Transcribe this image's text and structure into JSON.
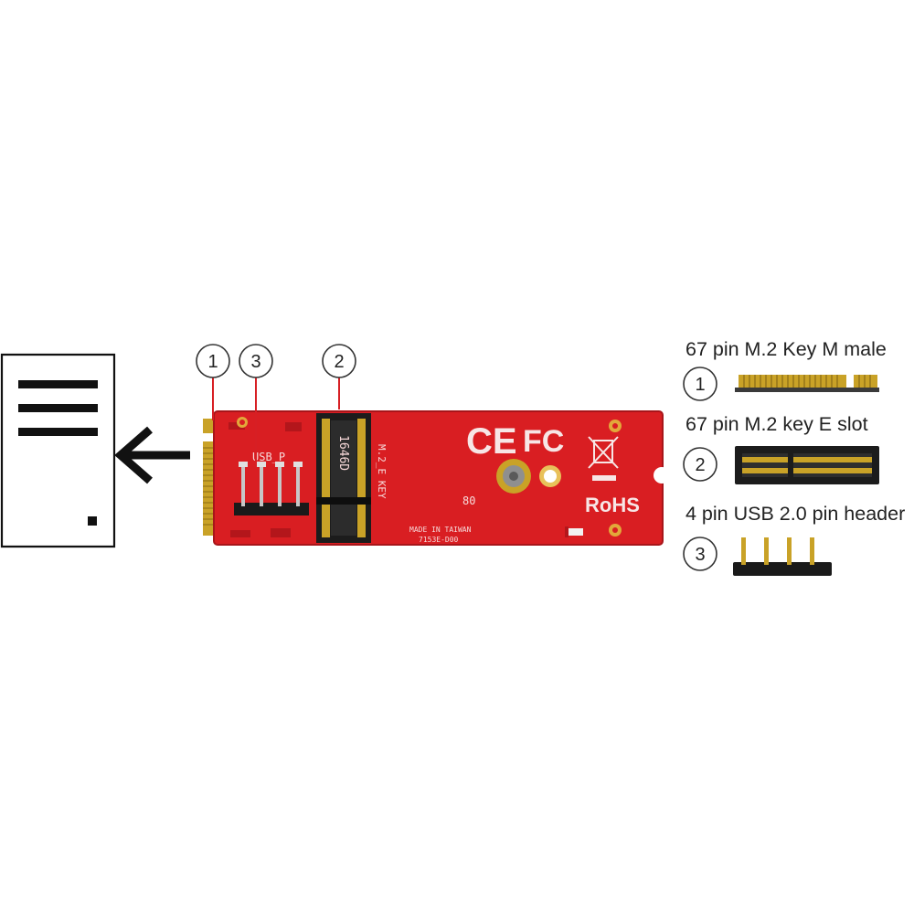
{
  "colors": {
    "pcb": "#d91e22",
    "pcb_dark": "#a8151a",
    "gold": "#c9a227",
    "callout_line": "#d71f24",
    "ink": "#111111"
  },
  "icons": {
    "device": "document-icon",
    "direction": "arrow-left-icon"
  },
  "callouts": [
    {
      "number": "1"
    },
    {
      "number": "3"
    },
    {
      "number": "2"
    }
  ],
  "legend": [
    {
      "number": "1",
      "label": "67 pin M.2 Key M male",
      "icon": "m2-edge-connector-icon"
    },
    {
      "number": "2",
      "label": "67 pin M.2 key E slot",
      "icon": "m2-slot-icon"
    },
    {
      "number": "3",
      "label": "4 pin USB 2.0 pin header",
      "icon": "pin-header-icon"
    }
  ],
  "board_markings": {
    "usb_header": "USB_P",
    "slot_label": "M.2_E KEY",
    "ce": "CE",
    "fcc": "FC",
    "rohs": "RoHS",
    "made_in": "MADE IN TAIWAN",
    "part_no": "7153E-D00",
    "slot_part": "1646D",
    "small_code": "80"
  }
}
